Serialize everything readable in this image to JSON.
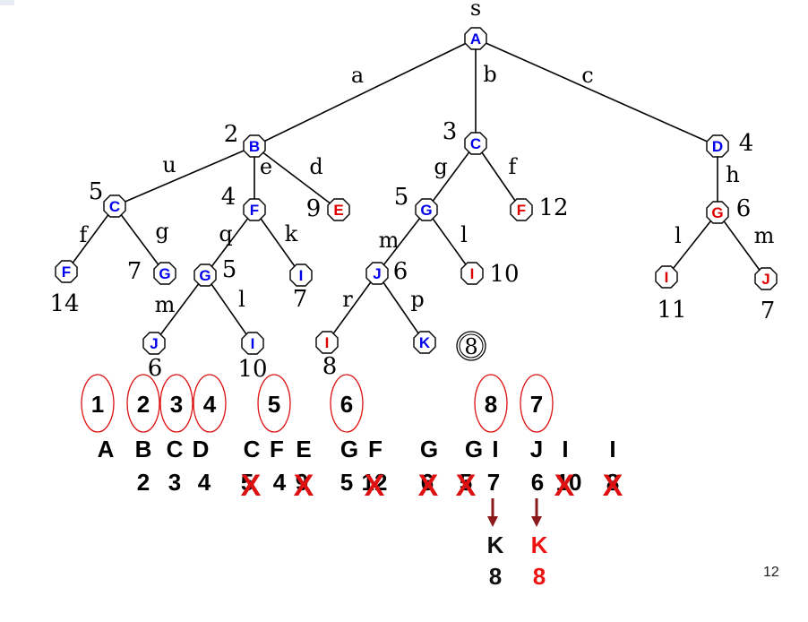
{
  "tree": {
    "root_label": "s",
    "nodes": [
      {
        "id": "A",
        "letter": "A",
        "color": "#0000ee"
      },
      {
        "id": "B",
        "letter": "B",
        "color": "#0000ee",
        "cost": "2"
      },
      {
        "id": "C1",
        "letter": "C",
        "color": "#0000ee",
        "cost": "3"
      },
      {
        "id": "D",
        "letter": "D",
        "color": "#0000ee",
        "cost": "4"
      },
      {
        "id": "C2",
        "letter": "C",
        "color": "#0000ee",
        "cost": "5"
      },
      {
        "id": "F1",
        "letter": "F",
        "color": "#0000ee",
        "cost": "4"
      },
      {
        "id": "E",
        "letter": "E",
        "color": "#dd0000",
        "cost": "9"
      },
      {
        "id": "G1",
        "letter": "G",
        "color": "#0000ee",
        "cost": "5"
      },
      {
        "id": "F2",
        "letter": "F",
        "color": "#dd0000",
        "cost": "12"
      },
      {
        "id": "G2",
        "letter": "G",
        "color": "#dd0000",
        "cost": "6"
      },
      {
        "id": "F3",
        "letter": "F",
        "color": "#0000ee",
        "cost": "14"
      },
      {
        "id": "G3",
        "letter": "G",
        "color": "#0000ee",
        "cost": "7"
      },
      {
        "id": "G4",
        "letter": "G",
        "color": "#0000ee",
        "cost": "5"
      },
      {
        "id": "I1",
        "letter": "I",
        "color": "#0000ee",
        "cost": "7"
      },
      {
        "id": "J1",
        "letter": "J",
        "color": "#0000ee",
        "cost": "6"
      },
      {
        "id": "I2",
        "letter": "I",
        "color": "#dd0000",
        "cost": "10"
      },
      {
        "id": "I3",
        "letter": "I",
        "color": "#dd0000",
        "cost": "11"
      },
      {
        "id": "J2",
        "letter": "J",
        "color": "#dd0000",
        "cost": "7"
      },
      {
        "id": "J3",
        "letter": "J",
        "color": "#0000ee",
        "cost": "6"
      },
      {
        "id": "I4",
        "letter": "I",
        "color": "#0000ee",
        "cost": "10"
      },
      {
        "id": "I5",
        "letter": "I",
        "color": "#dd0000",
        "cost": "8"
      },
      {
        "id": "K",
        "letter": "K",
        "color": "#0000ee",
        "cost": "8"
      }
    ],
    "edges": [
      {
        "from": "A",
        "to": "B",
        "label": "a"
      },
      {
        "from": "A",
        "to": "C1",
        "label": "b"
      },
      {
        "from": "A",
        "to": "D",
        "label": "c"
      },
      {
        "from": "B",
        "to": "C2",
        "label": "u"
      },
      {
        "from": "B",
        "to": "F1",
        "label": "e"
      },
      {
        "from": "B",
        "to": "E",
        "label": "d"
      },
      {
        "from": "C1",
        "to": "G1",
        "label": "g"
      },
      {
        "from": "C1",
        "to": "F2",
        "label": "f"
      },
      {
        "from": "D",
        "to": "G2",
        "label": "h"
      },
      {
        "from": "C2",
        "to": "F3",
        "label": "f"
      },
      {
        "from": "C2",
        "to": "G3",
        "label": "g"
      },
      {
        "from": "F1",
        "to": "G4",
        "label": "q"
      },
      {
        "from": "F1",
        "to": "I1",
        "label": "k"
      },
      {
        "from": "G1",
        "to": "J1",
        "label": "m"
      },
      {
        "from": "G1",
        "to": "I2",
        "label": "l"
      },
      {
        "from": "G2",
        "to": "I3",
        "label": "l"
      },
      {
        "from": "G2",
        "to": "J2",
        "label": "m"
      },
      {
        "from": "G4",
        "to": "J3",
        "label": "m"
      },
      {
        "from": "G4",
        "to": "I4",
        "label": "l"
      },
      {
        "from": "J1",
        "to": "I5",
        "label": "r"
      },
      {
        "from": "J1",
        "to": "K",
        "label": "p"
      }
    ],
    "goal_marker": "8"
  },
  "order_marks": [
    "1",
    "2",
    "3",
    "4",
    "5",
    "6",
    "8",
    "7"
  ],
  "queue": {
    "letters": [
      "A",
      "B",
      "C",
      "D",
      "C",
      "F",
      "E",
      "G",
      "F",
      "G",
      "G",
      "I",
      "J",
      "I",
      "I"
    ],
    "costs": [
      "2",
      "3",
      "4",
      "5",
      "4",
      "9",
      "5",
      "12",
      "6",
      "5",
      "7",
      "6",
      "10",
      "8"
    ],
    "cross_mark": "X"
  },
  "arrows": [
    {
      "letter": "K",
      "cost": "8",
      "color": "#111111"
    },
    {
      "letter": "K",
      "cost": "8",
      "color": "#ee1111"
    }
  ],
  "colors": {
    "blue": "#0000ee",
    "red": "#dd0000",
    "mark_red": "#dd1111",
    "arrow": "#8b1a1a",
    "edge": "#000000"
  },
  "slide_number": "12"
}
